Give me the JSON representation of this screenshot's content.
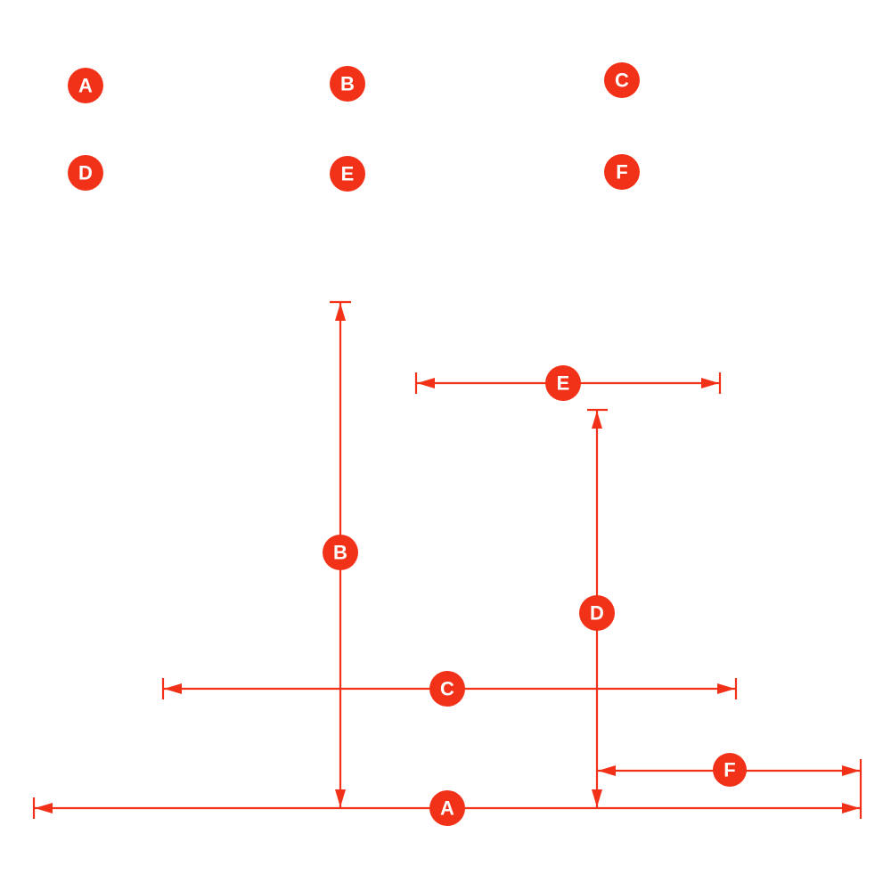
{
  "accent_color": "#f23119",
  "legend": [
    {
      "label": "A"
    },
    {
      "label": "B"
    },
    {
      "label": "C"
    },
    {
      "label": "D"
    },
    {
      "label": "E"
    },
    {
      "label": "F"
    }
  ],
  "dimensions": {
    "A": {
      "label": "A"
    },
    "B": {
      "label": "B"
    },
    "C": {
      "label": "C"
    },
    "D": {
      "label": "D"
    },
    "E": {
      "label": "E"
    },
    "F": {
      "label": "F"
    }
  }
}
